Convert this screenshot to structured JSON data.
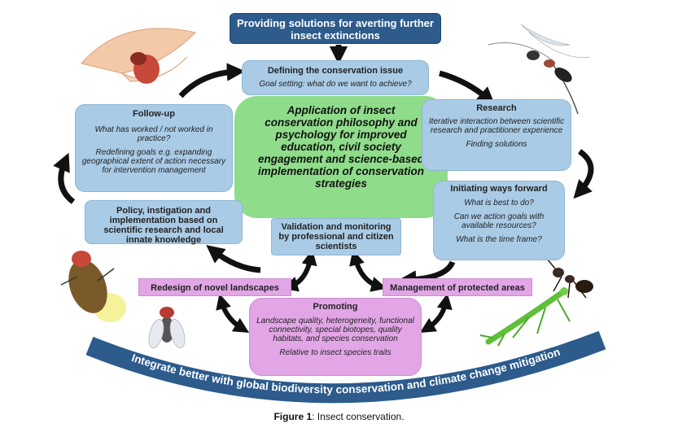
{
  "header": "Providing solutions for averting further insect extinctions",
  "center": "Application of insect conservation philosophy and psychology for improved education, civil society engagement and science-based implementation of conservation strategies",
  "defining": {
    "title": "Defining the conservation issue",
    "text": "Goal setting: what do we want to achieve?"
  },
  "research": {
    "title": "Research",
    "text1": "Iterative interaction between scientific research and practitioner experience",
    "text2": "Finding solutions"
  },
  "followup": {
    "title": "Follow-up",
    "text1": "What has worked / not worked in practice?",
    "text2": "Redefining goals e.g. expanding geographical extent of action necessary for intervention management"
  },
  "ways": {
    "title": "Initiating ways forward",
    "q1": "What is best to do?",
    "q2": "Can we action goals with available resources?",
    "q3": "What is the time frame?"
  },
  "policy": "Policy, instigation and implementation based on scientific research and local innate knowledge",
  "validation": "Validation and monitoring by professional and citizen scientists",
  "redesign": "Redesign of novel landscapes",
  "management": "Management of protected areas",
  "promoting": {
    "title": "Promoting",
    "text1": "Landscape quality, heterogeneity, functional connectivity, special biotopes, quality habitats, and species conservation",
    "text2": "Relative to insect species traits"
  },
  "banner": "Integrate better with global biodiversity conservation and climate change mitigation",
  "caption": {
    "label": "Figure 1",
    "text": ": Insect conservation."
  }
}
